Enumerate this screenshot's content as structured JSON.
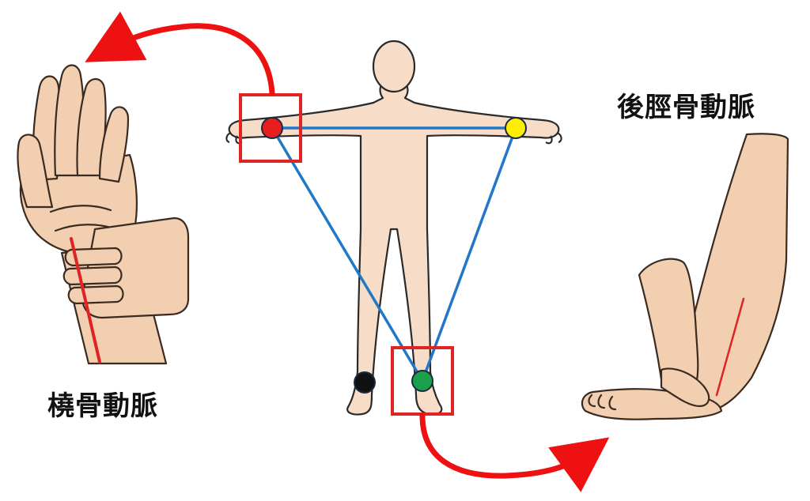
{
  "labels": {
    "radial_artery": "橈骨動脈",
    "posterior_tibial_artery": "後脛骨動脈"
  },
  "colors": {
    "skin": "#f7dcc8",
    "skin_outline": "#2a2a2a",
    "connector_line": "#1f78c8",
    "highlight_box": "#e02424",
    "arrow": "#ee1111",
    "pulse_line": "#e02424",
    "sensor_right_arm": "#e81e1e",
    "sensor_left_arm": "#ffee00",
    "sensor_right_leg": "#111111",
    "sensor_left_leg": "#1aa04a"
  },
  "icons": [
    "wrist-pulse-illustration",
    "ankle-pulse-illustration",
    "human-figure"
  ]
}
